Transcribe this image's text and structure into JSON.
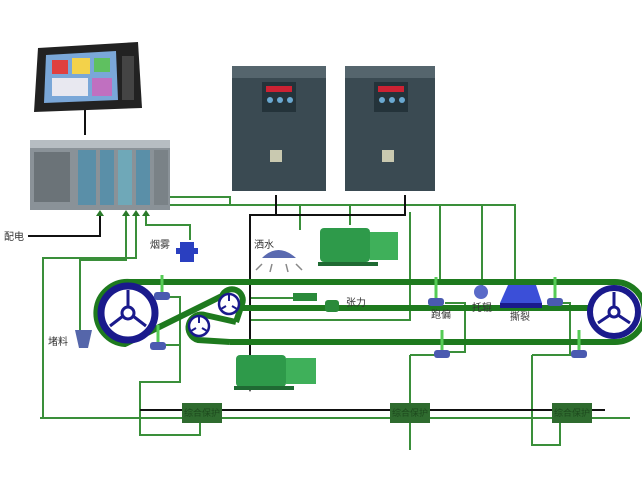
{
  "labels": {
    "power": "配电",
    "smoke": "烟雾",
    "sprinkler": "洒水",
    "blockage": "堵料",
    "tension": "张力",
    "deviation": "跑偏",
    "idler": "托辊",
    "tear": "撕裂"
  },
  "protectors": [
    "综合保护",
    "综合保护",
    "综合保护"
  ],
  "colors": {
    "line": "#3a8f3a",
    "belt": "#1e7a1e",
    "pulley": "#1a1a8c",
    "motor": "#2e9a4a",
    "protector": "#2f6b2f",
    "inverter": "#3a4a52"
  }
}
